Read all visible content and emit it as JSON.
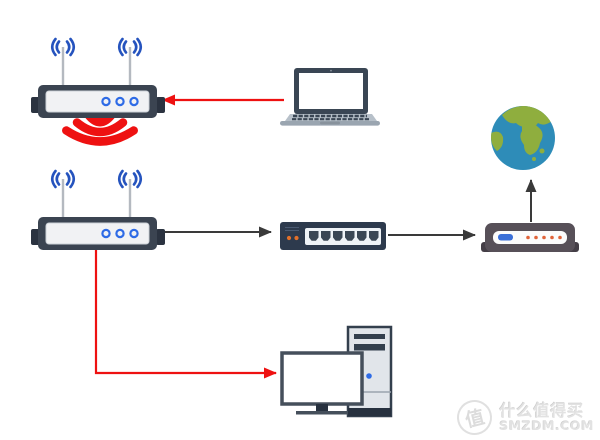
{
  "title": "home-network-topology-diagram",
  "colors": {
    "red": "#ee1111",
    "arrow_dark": "#3a3a3a",
    "router_body": "#3b4451",
    "router_tab": "#2b3340",
    "router_face": "#f1f2f4",
    "face_stroke": "#cdd2d8",
    "led_blue": "#2e6be6",
    "antenna_gray": "#b4b9c0",
    "signal_blue": "#2553be",
    "laptop_bezel": "#3a4654",
    "laptop_deck": "#b7c0c9",
    "laptop_base": "#9aa5b0",
    "laptop_pad": "#88929c",
    "switch_body": "#2d3a4d",
    "switch_panel": "#eef2f6",
    "port_dark": "#3a4654",
    "switch_led_orange": "#e2702a",
    "modem_body": "#575058",
    "modem_lip": "#443e46",
    "modem_panel": "#fbfbfb",
    "modem_chip": "#3a6fd8",
    "modem_led": "#e06339",
    "globe_ocean": "#2e8cb8",
    "globe_land": "#8fae3e",
    "tower_body": "#e1e5ea",
    "outline_dark": "#333f4d",
    "monitor_frame": "#454f5b",
    "tower_base": "#27313f",
    "screen_white": "#ffffff"
  },
  "diagram": {
    "nodes": [
      {
        "id": "router-secondary",
        "icon": "wireless-router-icon"
      },
      {
        "id": "laptop",
        "icon": "laptop-icon"
      },
      {
        "id": "wifi-bridge",
        "icon": "wifi-signal-icon"
      },
      {
        "id": "router-main",
        "icon": "wireless-router-icon"
      },
      {
        "id": "switch",
        "icon": "ethernet-switch-icon"
      },
      {
        "id": "modem",
        "icon": "modem-icon"
      },
      {
        "id": "internet",
        "icon": "globe-icon"
      },
      {
        "id": "desktop-pc",
        "icon": "desktop-computer-icon"
      }
    ],
    "edges": [
      {
        "from": "laptop",
        "to": "router-secondary",
        "color": "red",
        "style": "arrow"
      },
      {
        "from": "router-secondary",
        "to": "router-main",
        "color": "red",
        "style": "wifi-waves"
      },
      {
        "from": "router-main",
        "to": "switch",
        "color": "dark",
        "style": "arrow"
      },
      {
        "from": "switch",
        "to": "modem",
        "color": "dark",
        "style": "arrow"
      },
      {
        "from": "modem",
        "to": "internet",
        "color": "dark",
        "style": "arrow"
      },
      {
        "from": "router-main",
        "to": "desktop-pc",
        "color": "red",
        "style": "elbow-arrow"
      }
    ]
  },
  "watermark": {
    "logo_char": "值",
    "brand": "什么值得买",
    "domain": "SMZDM.COM"
  }
}
